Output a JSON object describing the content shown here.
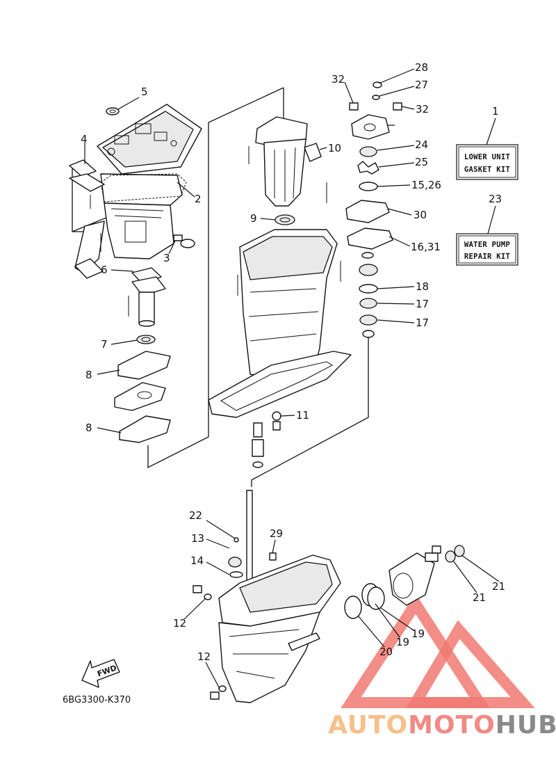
{
  "drawing_number": "6BG3300-K370",
  "fwd_label": "FWD",
  "kits": [
    {
      "callout": "1",
      "line1": "LOWER UNIT",
      "line2": "GASKET KIT"
    },
    {
      "callout": "23",
      "line1": "WATER PUMP",
      "line2": "REPAIR KIT"
    }
  ],
  "callouts": [
    {
      "label": "28"
    },
    {
      "label": "32"
    },
    {
      "label": "27"
    },
    {
      "label": "32"
    },
    {
      "label": "24"
    },
    {
      "label": "25"
    },
    {
      "label": "15,26"
    },
    {
      "label": "30"
    },
    {
      "label": "16,31"
    },
    {
      "label": "18"
    },
    {
      "label": "17"
    },
    {
      "label": "17"
    },
    {
      "label": "5"
    },
    {
      "label": "4"
    },
    {
      "label": "2"
    },
    {
      "label": "3"
    },
    {
      "label": "6"
    },
    {
      "label": "7"
    },
    {
      "label": "8"
    },
    {
      "label": "8"
    },
    {
      "label": "10"
    },
    {
      "label": "9"
    },
    {
      "label": "11"
    },
    {
      "label": "22"
    },
    {
      "label": "13"
    },
    {
      "label": "29"
    },
    {
      "label": "14"
    },
    {
      "label": "12"
    },
    {
      "label": "12"
    },
    {
      "label": "21"
    },
    {
      "label": "21"
    },
    {
      "label": "19"
    },
    {
      "label": "19"
    },
    {
      "label": "20"
    }
  ],
  "watermark": {
    "part1": "AUTO",
    "part2": "MOTO",
    "part3": "HUB",
    "colors": {
      "auto": "#f6c08a",
      "moto": "#f08a84",
      "hub": "#8a8a8a",
      "triangle": "#f07a72"
    }
  }
}
